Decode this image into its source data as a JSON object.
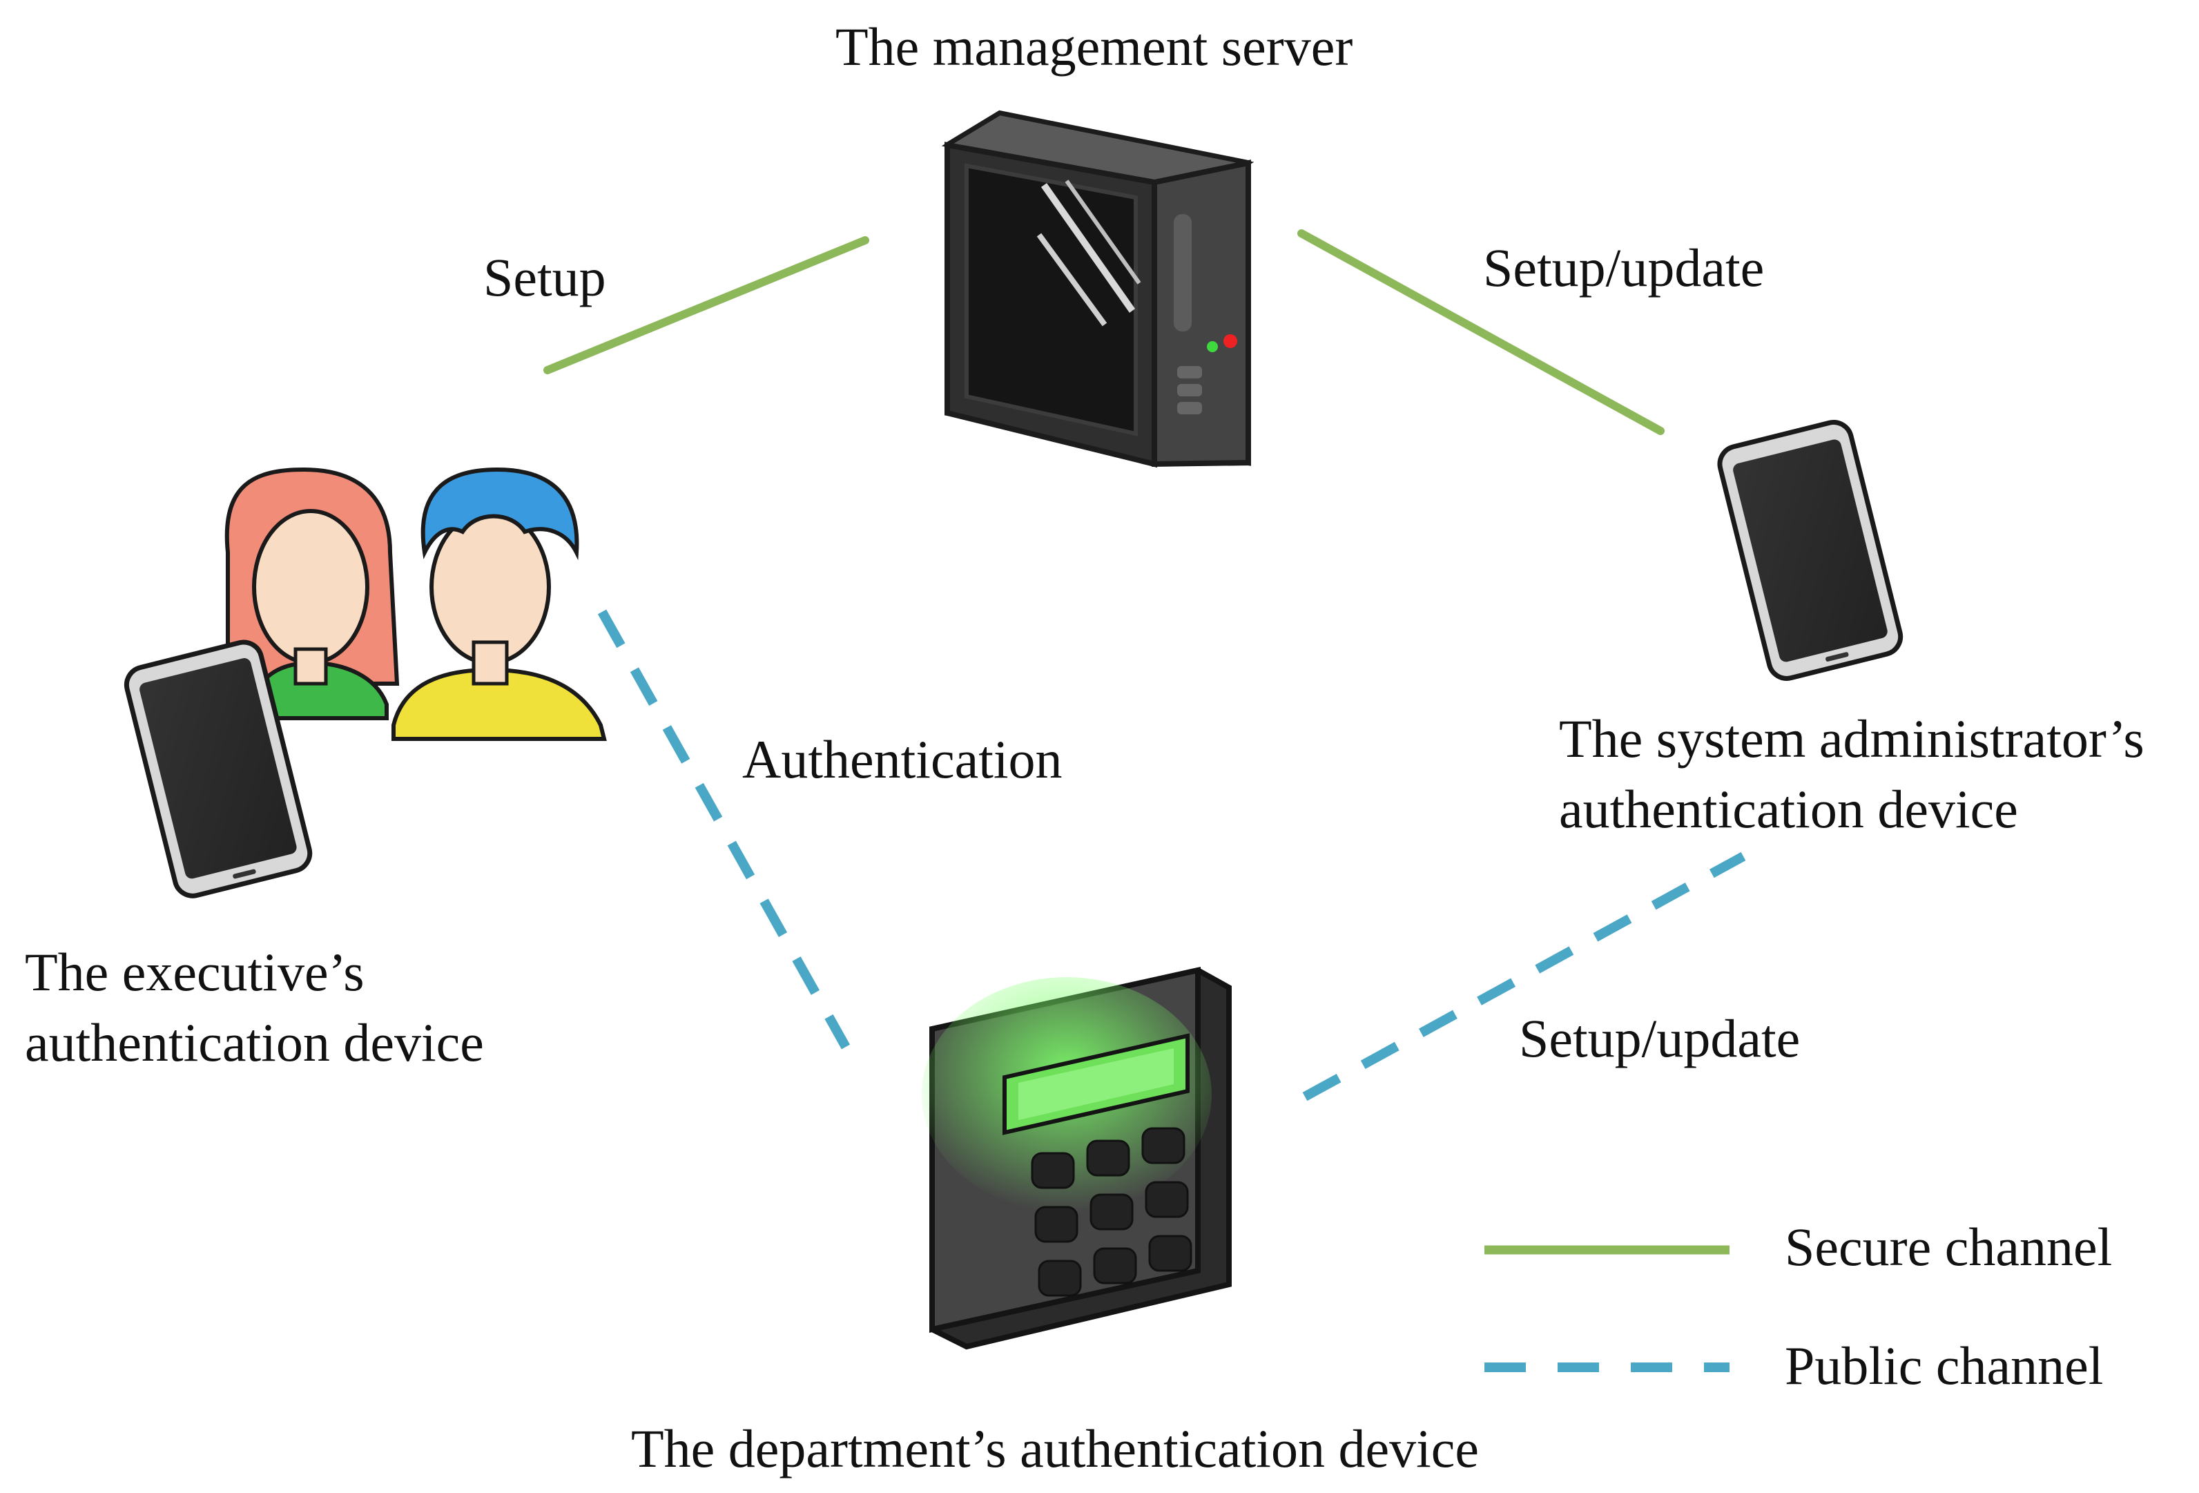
{
  "nodes": {
    "server": {
      "label": "The management server",
      "icon": "server-tower-icon"
    },
    "executive": {
      "label_line1": "The executive’s",
      "label_line2": "authentication device",
      "icon": "people-with-phone-icon"
    },
    "admin": {
      "label_line1": "The system administrator’s",
      "label_line2": "authentication device",
      "icon": "smartphone-icon"
    },
    "department": {
      "label": "The department’s authentication  device",
      "icon": "keypad-terminal-icon"
    }
  },
  "edges": {
    "server_executive": {
      "label": "Setup",
      "channel": "secure"
    },
    "server_admin": {
      "label": "Setup/update",
      "channel": "secure"
    },
    "executive_department": {
      "label": "Authentication",
      "channel": "public"
    },
    "admin_department": {
      "label": "Setup/update",
      "channel": "public"
    }
  },
  "legend": {
    "secure": "Secure channel",
    "public": "Public channel"
  },
  "colors": {
    "secure": "#8db85a",
    "public": "#4aa8c6",
    "device_dark": "#3a3a3a",
    "screen_green": "#5ed94a"
  }
}
